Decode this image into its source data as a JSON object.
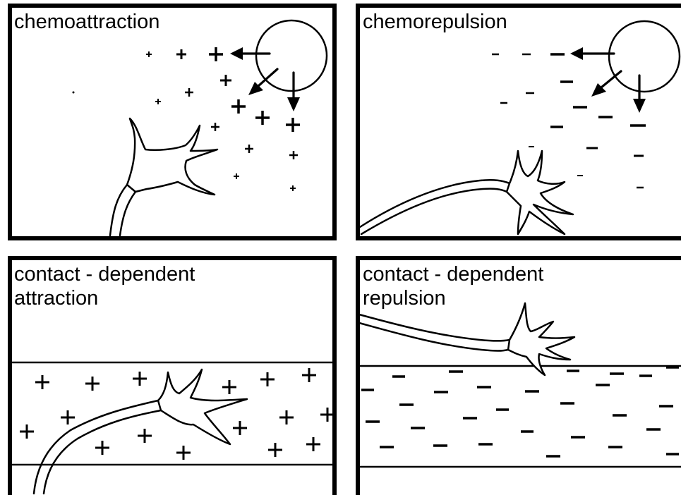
{
  "panels": {
    "chemoattraction": {
      "title_line1": "chemoattraction",
      "title_line2": ""
    },
    "chemorepulsion": {
      "title_line1": "chemorepulsion",
      "title_line2": ""
    },
    "contact_attraction": {
      "title_line1": "contact - dependent",
      "title_line2": "attraction"
    },
    "contact_repulsion": {
      "title_line1": "contact - dependent",
      "title_line2": "repulsion"
    }
  },
  "signs": {
    "attractive": "plus",
    "repulsive": "minus"
  },
  "colors": {
    "ink": "#000000",
    "background": "#ffffff",
    "growth_cone_fill": "#e8e8e8"
  }
}
